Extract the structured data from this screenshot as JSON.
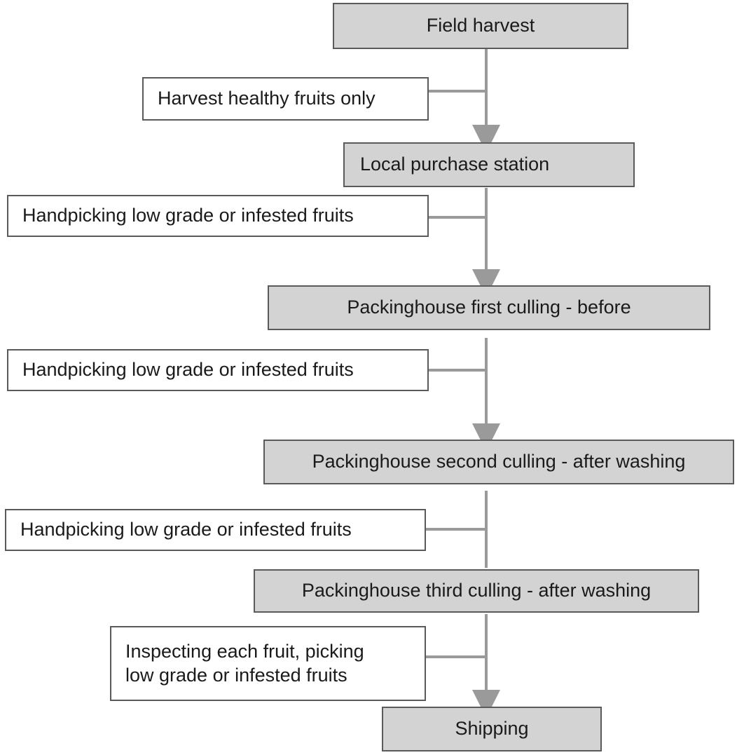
{
  "steps": [
    {
      "label": "Field harvest"
    },
    {
      "label": "Local purchase station"
    },
    {
      "label": "Packinghouse first culling - before"
    },
    {
      "label": "Packinghouse second culling - after washing"
    },
    {
      "label": "Packinghouse third culling - after washing"
    },
    {
      "label": "Shipping"
    }
  ],
  "actions": [
    {
      "line1": "Harvest healthy fruits only"
    },
    {
      "line1": "Handpicking low grade or infested fruits"
    },
    {
      "line1": "Handpicking low grade or infested fruits"
    },
    {
      "line1": "Handpicking low grade or infested fruits"
    },
    {
      "line1": "Inspecting each fruit, picking",
      "line2": "low grade or infested fruits"
    }
  ],
  "colors": {
    "step_fill": "#d3d3d3",
    "action_fill": "#ffffff",
    "border": "#5a5a5a",
    "connector": "#9a9a9a"
  }
}
